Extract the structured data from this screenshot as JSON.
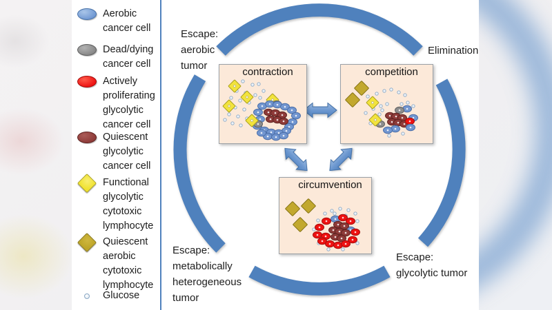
{
  "colors": {
    "arc_blue": "#4f81bd",
    "divider_blue": "#4f81bd",
    "box_fill": "#fce9d9",
    "aerobic_cell": "#7296d0",
    "dead_cell": "#8c8c8c",
    "proliferating_cell": "#ee1111",
    "quiescent_cell": "#8e3b39",
    "functional_lymphocyte": "#f2e33c",
    "quiescent_lymphocyte": "#c2a82e"
  },
  "legend": {
    "items": [
      {
        "icon": "aerobic-cancer-cell-icon",
        "label": "Aerobic\ncancer cell"
      },
      {
        "icon": "dead-dying-cancer-cell-icon",
        "label": "Dead/dying\ncancer cell"
      },
      {
        "icon": "proliferating-glycolytic-cell-icon",
        "label": "Actively\nproliferating\nglycolytic\ncancer cell"
      },
      {
        "icon": "quiescent-glycolytic-cell-icon",
        "label": "Quiescent\nglycolytic\ncancer cell"
      },
      {
        "icon": "functional-lymphocyte-icon",
        "label": "Functional\nglycolytic\ncytotoxic\nlymphocyte"
      },
      {
        "icon": "quiescent-lymphocyte-icon",
        "label": "Quiescent\naerobic\ncytotoxic\nlymphocyte"
      },
      {
        "icon": "glucose-icon",
        "label": "Glucose"
      }
    ]
  },
  "diagram": {
    "outer_labels": {
      "escape_aerobic": "Escape:\naerobic\ntumor",
      "elimination": "Elimination",
      "escape_heterogeneous": "Escape:\nmetabolically\nheterogeneous\ntumor",
      "escape_glycolytic": "Escape:\nglycolytic tumor"
    },
    "boxes": [
      {
        "label": "contraction",
        "shapes": [
          [
            "glu",
            34,
            24
          ],
          [
            "glu",
            48,
            29
          ],
          [
            "glu",
            25,
            38
          ],
          [
            "glu",
            38,
            41
          ],
          [
            "glu",
            52,
            44
          ],
          [
            "glu",
            17,
            48
          ],
          [
            "glu",
            30,
            52
          ],
          [
            "glu",
            43,
            55
          ],
          [
            "glu",
            10,
            58
          ],
          [
            "glu",
            23,
            62
          ],
          [
            "glu",
            36,
            65
          ],
          [
            "glu",
            14,
            72
          ],
          [
            "glu",
            27,
            75
          ],
          [
            "glu",
            40,
            78
          ],
          [
            "glu",
            19,
            85
          ],
          [
            "glu",
            31,
            88
          ],
          [
            "glu",
            59,
            48
          ],
          [
            "glu",
            64,
            38
          ],
          [
            "glu",
            57,
            28
          ],
          [
            "glu",
            8,
            80
          ],
          [
            "yd",
            22,
            31
          ],
          [
            "yd",
            40,
            47
          ],
          [
            "yd",
            14,
            60
          ],
          [
            "yd",
            77,
            51
          ],
          [
            "gray",
            83,
            57
          ],
          [
            "blue",
            62,
            60
          ],
          [
            "blue",
            73,
            57
          ],
          [
            "blue",
            84,
            58
          ],
          [
            "blue",
            95,
            61
          ],
          [
            "blue",
            105,
            66
          ],
          [
            "blue",
            111,
            74
          ],
          [
            "blue",
            56,
            69
          ],
          [
            "blue",
            106,
            83
          ],
          [
            "blue",
            59,
            79
          ],
          [
            "blue",
            101,
            90
          ],
          [
            "blue",
            55,
            89
          ],
          [
            "blue",
            97,
            96
          ],
          [
            "blue",
            65,
            95
          ],
          [
            "blue",
            75,
            98
          ],
          [
            "blue",
            86,
            99
          ],
          [
            "dred",
            71,
            69
          ],
          [
            "dred",
            81,
            70
          ],
          [
            "dred",
            91,
            73
          ],
          [
            "dred",
            74,
            79
          ],
          [
            "dred",
            84,
            80
          ],
          [
            "dred",
            93,
            82
          ],
          [
            "blue",
            70,
            104
          ],
          [
            "blue",
            82,
            105
          ],
          [
            "blue",
            93,
            103
          ],
          [
            "blue",
            61,
            99
          ],
          [
            "gray",
            56,
            86
          ],
          [
            "yd",
            47,
            81
          ]
        ]
      },
      {
        "label": "competition",
        "shapes": [
          [
            "od",
            30,
            34
          ],
          [
            "od",
            17,
            51
          ],
          [
            "glu",
            39,
            46
          ],
          [
            "glu",
            52,
            42
          ],
          [
            "glu",
            63,
            38
          ],
          [
            "glu",
            73,
            36
          ],
          [
            "glu",
            84,
            40
          ],
          [
            "glu",
            93,
            44
          ],
          [
            "glu",
            47,
            64
          ],
          [
            "glu",
            58,
            60
          ],
          [
            "glu",
            67,
            57
          ],
          [
            "glu",
            36,
            70
          ],
          [
            "glu",
            43,
            85
          ],
          [
            "glu",
            56,
            72
          ],
          [
            "glu",
            88,
            57
          ],
          [
            "glu",
            97,
            55
          ],
          [
            "glu",
            105,
            60
          ],
          [
            "glu",
            70,
            103
          ],
          [
            "glu",
            90,
            100
          ],
          [
            "glu",
            60,
            66
          ],
          [
            "yd",
            46,
            55
          ],
          [
            "blue",
            96,
            64
          ],
          [
            "blue",
            105,
            77
          ],
          [
            "gray",
            85,
            66
          ],
          [
            "dred",
            71,
            74
          ],
          [
            "dred",
            80,
            75
          ],
          [
            "dred",
            89,
            77
          ],
          [
            "dred",
            74,
            83
          ],
          [
            "dred",
            83,
            84
          ],
          [
            "dred",
            92,
            86
          ],
          [
            "red",
            100,
            82
          ],
          [
            "blue",
            79,
            93
          ],
          [
            "blue",
            101,
            91
          ],
          [
            "blue",
            68,
            95
          ],
          [
            "gray",
            57,
            86
          ],
          [
            "yd",
            50,
            80
          ]
        ]
      },
      {
        "label": "circumvention",
        "shapes": [
          [
            "od",
            19,
            45
          ],
          [
            "od",
            42,
            41
          ],
          [
            "od",
            30,
            68
          ],
          [
            "glu",
            76,
            48
          ],
          [
            "glu",
            88,
            45
          ],
          [
            "glu",
            100,
            47
          ],
          [
            "glu",
            110,
            52
          ],
          [
            "glu",
            66,
            52
          ],
          [
            "glu",
            113,
            63
          ],
          [
            "glu",
            56,
            62
          ],
          [
            "glu",
            50,
            75
          ],
          [
            "glu",
            113,
            95
          ],
          [
            "glu",
            92,
            104
          ],
          [
            "glu",
            71,
            104
          ],
          [
            "glu",
            57,
            95
          ],
          [
            "glu",
            80,
            52
          ],
          [
            "glu",
            96,
            55
          ],
          [
            "blue",
            81,
            60
          ],
          [
            "blue",
            103,
            76
          ],
          [
            "red",
            92,
            58
          ],
          [
            "red",
            103,
            63
          ],
          [
            "red",
            68,
            63
          ],
          [
            "red",
            110,
            79
          ],
          [
            "dred",
            85,
            68
          ],
          [
            "dred",
            94,
            70
          ],
          [
            "dred",
            78,
            76
          ],
          [
            "dred",
            87,
            78
          ],
          [
            "dred",
            96,
            80
          ],
          [
            "red",
            58,
            72
          ],
          [
            "red",
            55,
            83
          ],
          [
            "red",
            67,
            85
          ],
          [
            "dred",
            81,
            86
          ],
          [
            "dred",
            90,
            88
          ],
          [
            "red",
            62,
            92
          ],
          [
            "red",
            73,
            96
          ],
          [
            "red",
            85,
            98
          ],
          [
            "red",
            96,
            96
          ],
          [
            "red",
            106,
            90
          ]
        ]
      }
    ]
  }
}
